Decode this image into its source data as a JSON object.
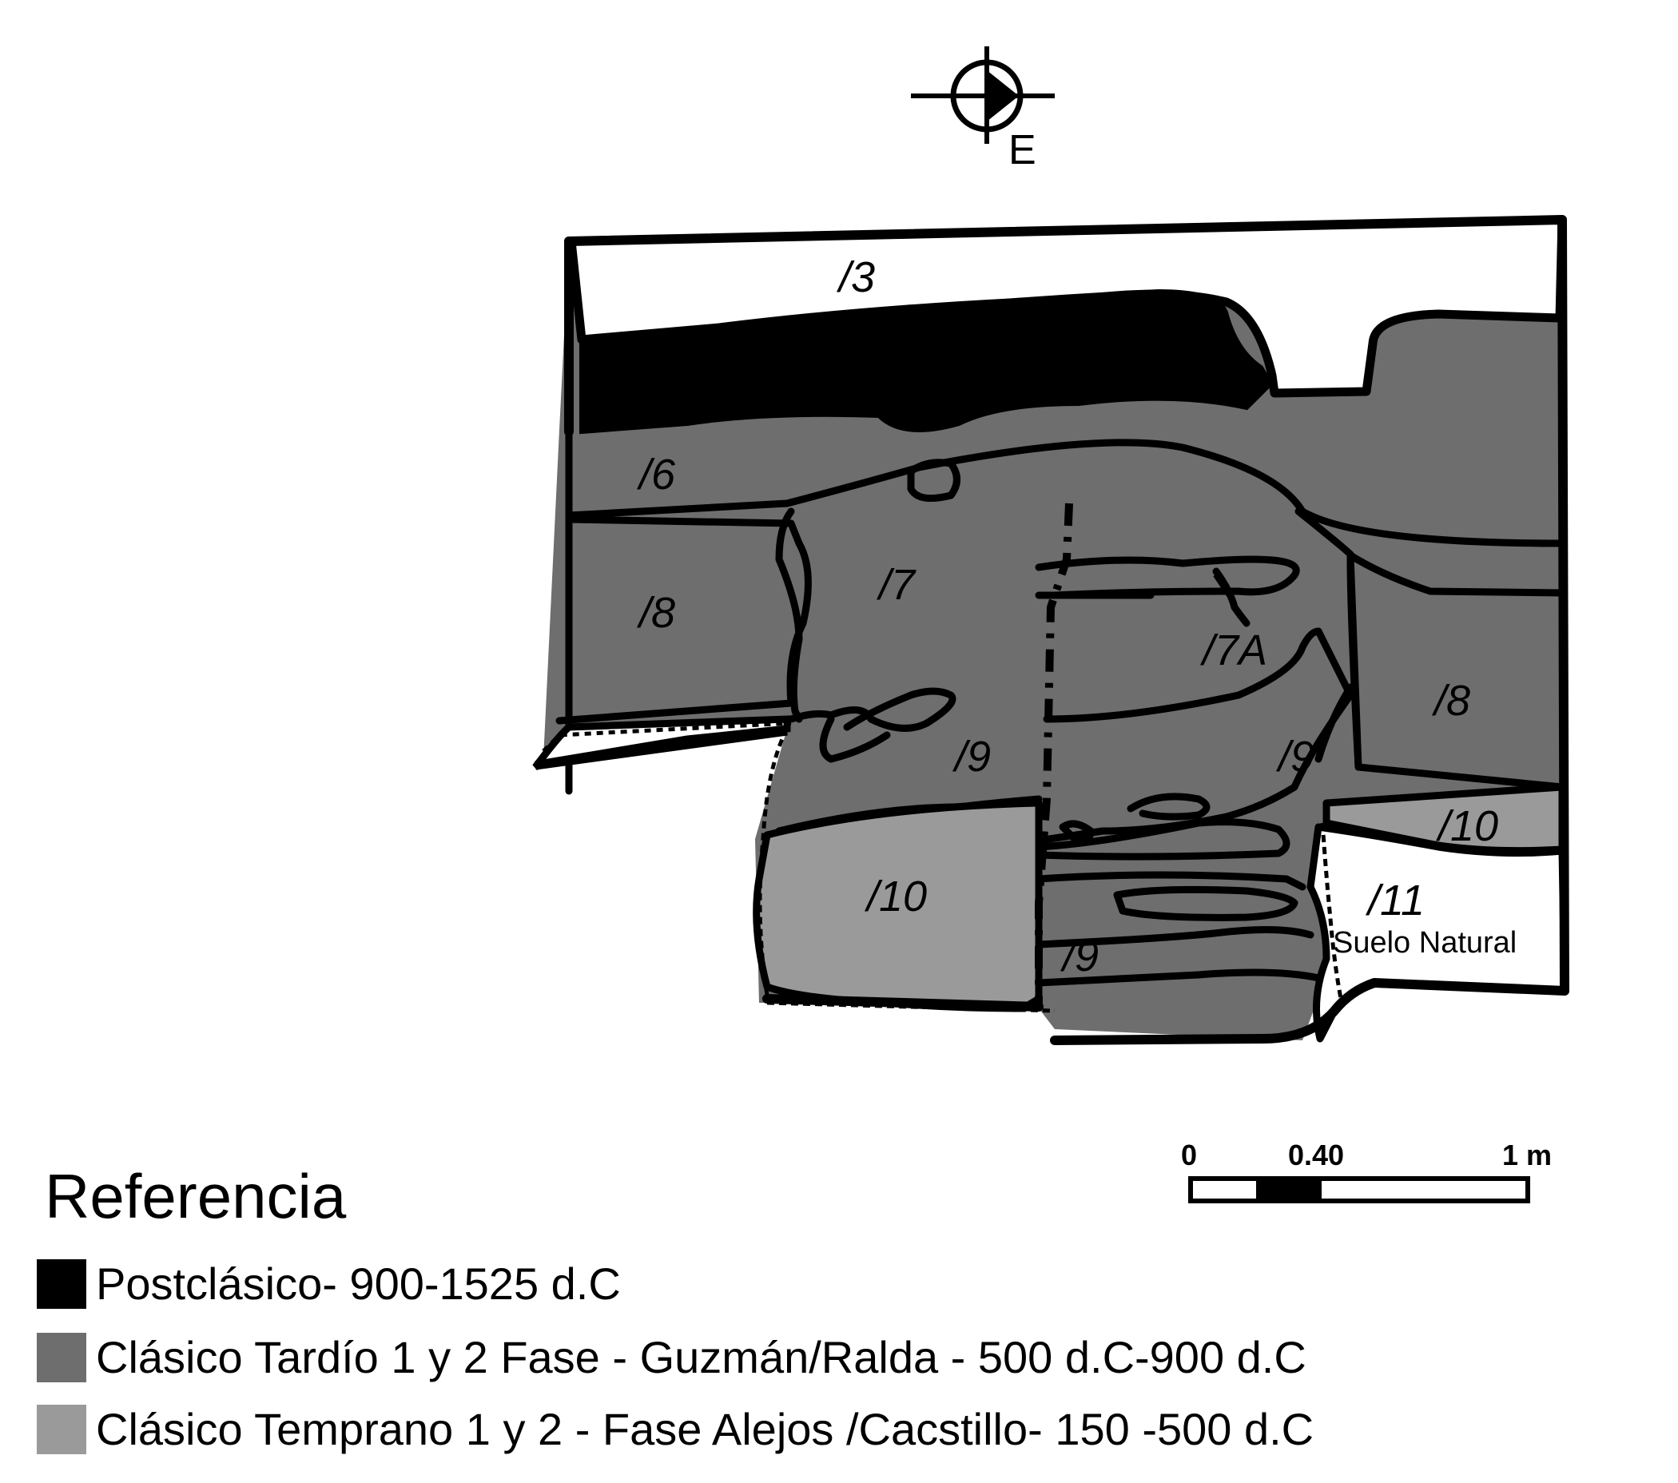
{
  "compass": {
    "direction": "E"
  },
  "layers": {
    "l3": "/3",
    "l6": "/6",
    "l7": "/7",
    "l7a": "/7A",
    "l8_left": "/8",
    "l8_right": "/8",
    "l9_a": "/9",
    "l9_b": "/9",
    "l9_c": "/9",
    "l10_left": "/10",
    "l10_right": "/10",
    "l11": "/11",
    "l11_sub": "Suelo Natural"
  },
  "scale": {
    "tick_0": "0",
    "tick_mid": "0.40",
    "tick_end": "1 m"
  },
  "legend": {
    "title": "Referencia",
    "items": [
      {
        "label": "Postclásico- 900-1525 d.C",
        "color": "#000000"
      },
      {
        "label": "Clásico Tardío 1 y 2 Fase - Guzmán/Ralda - 500 d.C-900 d.C",
        "color": "#6e6e6e"
      },
      {
        "label": "Clásico Temprano 1 y 2 - Fase Alejos /Cacstillo- 150 -500 d.C",
        "color": "#9a9a9a"
      }
    ]
  },
  "colors": {
    "postclasico": "#000000",
    "clasico_tardio": "#6e6e6e",
    "clasico_temprano": "#9a9a9a",
    "suelo": "#ffffff"
  }
}
